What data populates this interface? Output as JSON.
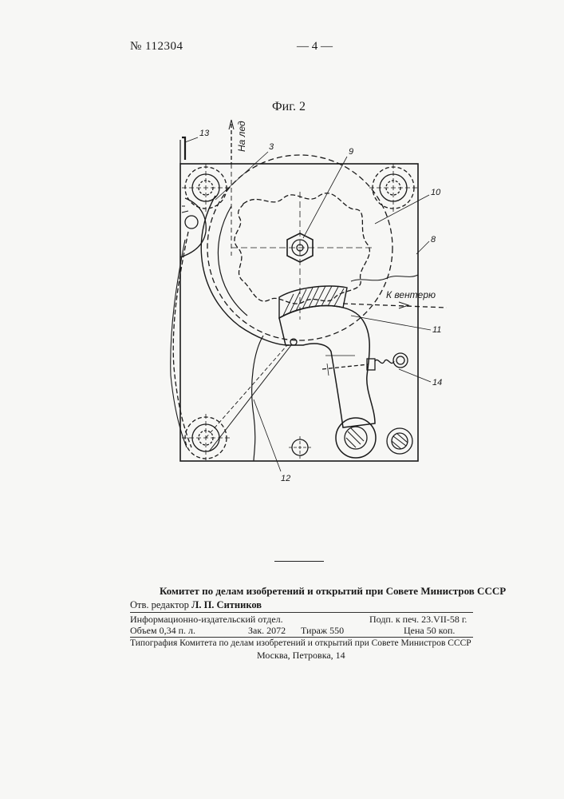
{
  "header": {
    "patent_number": "№ 112304",
    "page_number": "— 4 —"
  },
  "figure": {
    "title": "Фиг. 2",
    "labels": {
      "l13": "13",
      "l3": "3",
      "l9": "9",
      "l10": "10",
      "l8": "8",
      "l11": "11",
      "l14": "14",
      "l12": "12",
      "to_ice": "На лед",
      "to_trap": "К вентерю"
    }
  },
  "footer": {
    "committee": "Комитет по делам изобретений и открытий при Совете Министров СССР",
    "editor_prefix": "Отв. редактор",
    "editor_name": "Л. П. Ситников",
    "publisher_dept": "Информационно-издательский отдел.",
    "signed": "Подп. к печ. 23.VII-58 г.",
    "volume": "Объем 0,34 п. л.",
    "order": "Зак. 2072",
    "print_run": "Тираж 550",
    "price": "Цена 50 коп.",
    "printing_house": "Типография Комитета по делам изобретений и открытий при Совете Министров СССР",
    "address": "Москва, Петровка, 14"
  }
}
